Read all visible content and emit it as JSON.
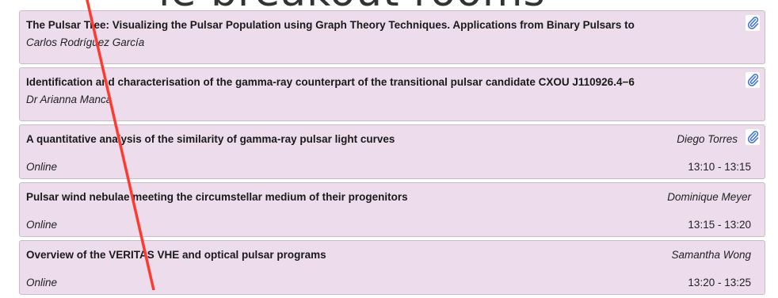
{
  "header": {
    "fragment": "ie breakout rooms"
  },
  "colors": {
    "card_bg": "#ecdcec",
    "card_border": "#c9bcc9",
    "accent_clip": "#3b6fd8",
    "annotation_line": "#ff3b30"
  },
  "items": [
    {
      "title": "The Pulsar Tree: Visualizing the Pulsar Population using Graph Theory Techniques. Applications from Binary Pulsars to",
      "author": "Carlos Rodríguez García",
      "has_attachment": true,
      "attachment_icon": "paperclip-icon"
    },
    {
      "title": "Identification and characterisation of the gamma-ray counterpart of the transitional pulsar candidate CXOU J110926.4−6",
      "author": "Dr Arianna Manca",
      "has_attachment": true,
      "attachment_icon": "paperclip-icon"
    },
    {
      "title": "A quantitative analysis of the similarity of gamma-ray pulsar light curves",
      "speaker": "Diego Torres",
      "location": "Online",
      "time": "13:10 - 13:15",
      "has_attachment": true,
      "attachment_icon": "paperclip-icon"
    },
    {
      "title": "Pulsar wind nebulae meeting the circumstellar medium of their progenitors",
      "speaker": "Dominique Meyer",
      "location": "Online",
      "time": "13:15 - 13:20",
      "has_attachment": false
    },
    {
      "title": "Overview of the VERITAS VHE and optical pulsar programs",
      "speaker": "Samantha Wong",
      "location": "Online",
      "time": "13:20 - 13:25",
      "has_attachment": false
    }
  ]
}
